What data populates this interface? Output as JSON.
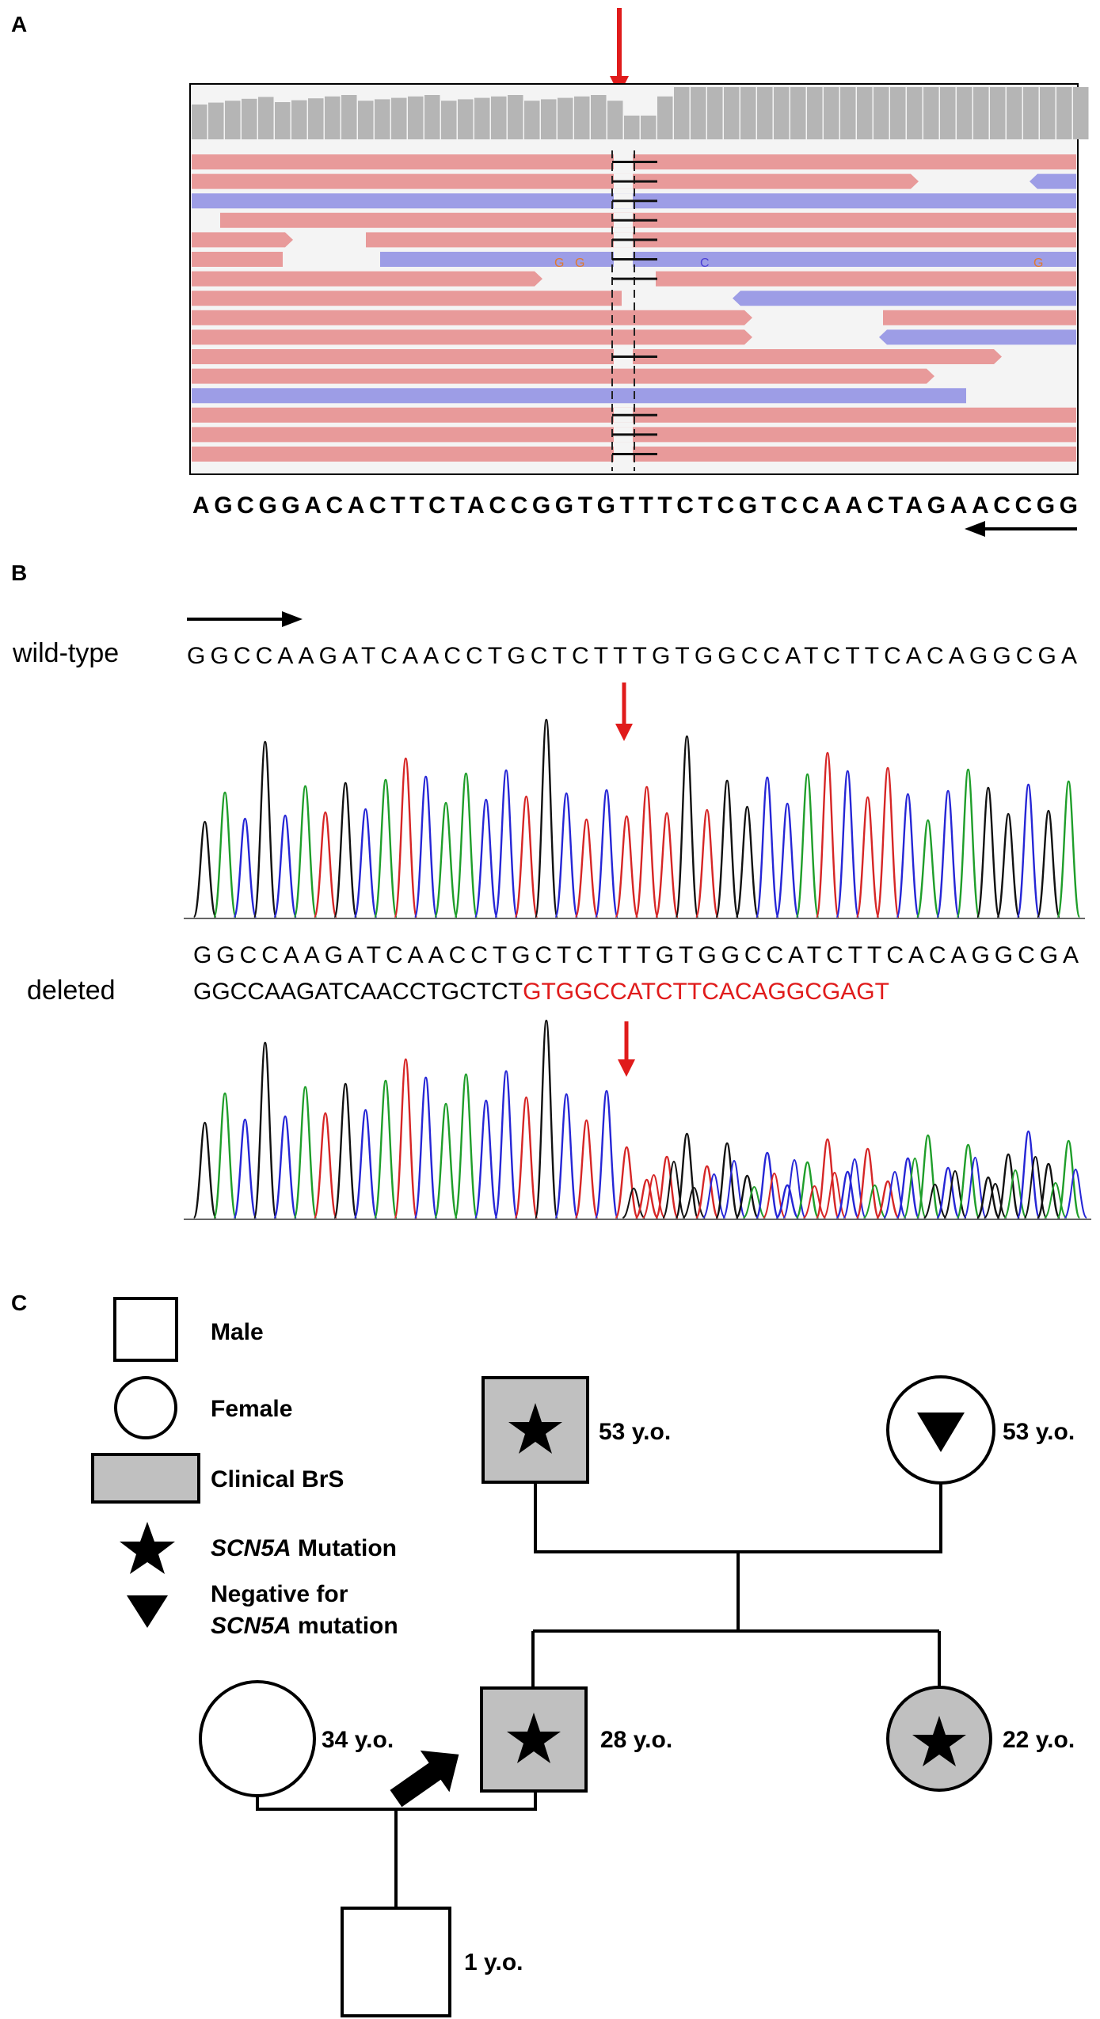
{
  "panel_a": {
    "letter": "A",
    "reference_sequence": "AGCGGACACTTCTACCGGTGTTTCTCGTCCAACTAGAACCGG",
    "mismatches": [
      {
        "base": "G",
        "color": "#e07a2e"
      },
      {
        "base": "G",
        "color": "#e07a2e"
      },
      {
        "base": "C",
        "color": "#4b3fd6"
      },
      {
        "base": "G",
        "color": "#e07a2e"
      }
    ],
    "colors": {
      "forward_read": "#e89a9a",
      "reverse_read": "#9d9de6",
      "coverage": "#b5b5b5",
      "arrow": "#e01b1b"
    }
  },
  "panel_b": {
    "letter": "B",
    "wild_type_label": "wild-type",
    "deleted_label": "deleted",
    "wild_type_sequence": "GGCCAAGATCAACCTGCTCTTTGTGGCCATCTTCACAGGCGA",
    "deleted_sequence_ref": "GGCCAAGATCAACCTGCTCTTTGTGGCCATCTTCACAGGCGA",
    "deleted_sequence_common": "GGCCAAGATCAACCTGCTCT",
    "deleted_sequence_shifted": "GTGGCCATCTTCACAGGCGAGT",
    "trace_colors": {
      "A": "#1f9e2a",
      "C": "#2626d6",
      "G": "#111111",
      "T": "#d62626"
    }
  },
  "panel_c": {
    "letter": "C",
    "legend": {
      "male": "Male",
      "female": "Female",
      "clinical": "Clinical BrS",
      "mutation_gene": "SCN5A",
      "mutation_text": " Mutation",
      "negative_line1": "Negative for",
      "negative_gene": "SCN5A",
      "negative_line2": " mutation"
    },
    "ages": {
      "father": "53 y.o.",
      "mother": "53 y.o.",
      "wife": "34 y.o.",
      "proband": "28 y.o.",
      "sister": "22 y.o.",
      "child": "1 y.o."
    },
    "colors": {
      "affected_fill": "#c0c0c0"
    }
  }
}
